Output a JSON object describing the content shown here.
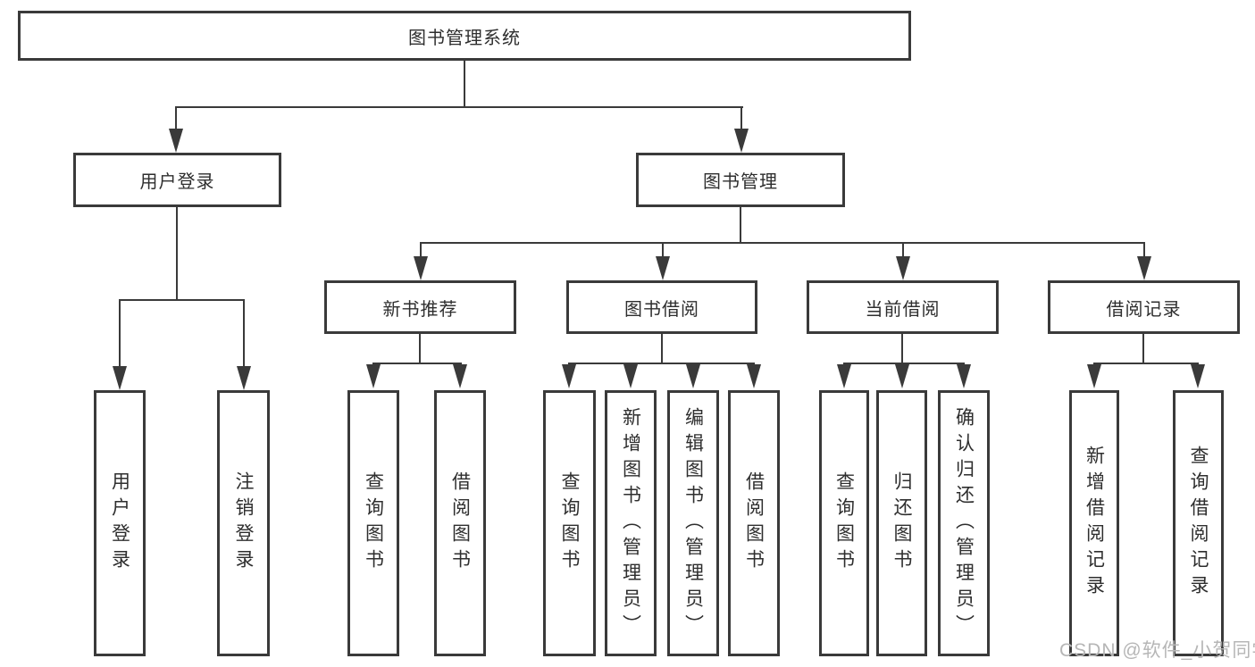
{
  "watermark": "CSDN @软件_小贺同学",
  "colors": {
    "line": "#3a3a3a",
    "text": "#2e2e2e",
    "watermark": "#b6b6b6",
    "background": "#ffffff"
  },
  "tree": {
    "label": "图书管理系统",
    "children": [
      {
        "label": "用户登录",
        "children": [
          {
            "label": "用户登录"
          },
          {
            "label": "注销登录"
          }
        ]
      },
      {
        "label": "图书管理",
        "children": [
          {
            "label": "新书推荐",
            "children": [
              {
                "label": "查询图书"
              },
              {
                "label": "借阅图书"
              }
            ]
          },
          {
            "label": "图书借阅",
            "children": [
              {
                "label": "查询图书"
              },
              {
                "label": "新增图书（管理员）"
              },
              {
                "label": "编辑图书（管理员）"
              },
              {
                "label": "借阅图书"
              }
            ]
          },
          {
            "label": "当前借阅",
            "children": [
              {
                "label": "查询图书"
              },
              {
                "label": "归还图书"
              },
              {
                "label": "确认归还（管理员）"
              }
            ]
          },
          {
            "label": "借阅记录",
            "children": [
              {
                "label": "新增借阅记录"
              },
              {
                "label": "查询借阅记录"
              }
            ]
          }
        ]
      }
    ]
  }
}
